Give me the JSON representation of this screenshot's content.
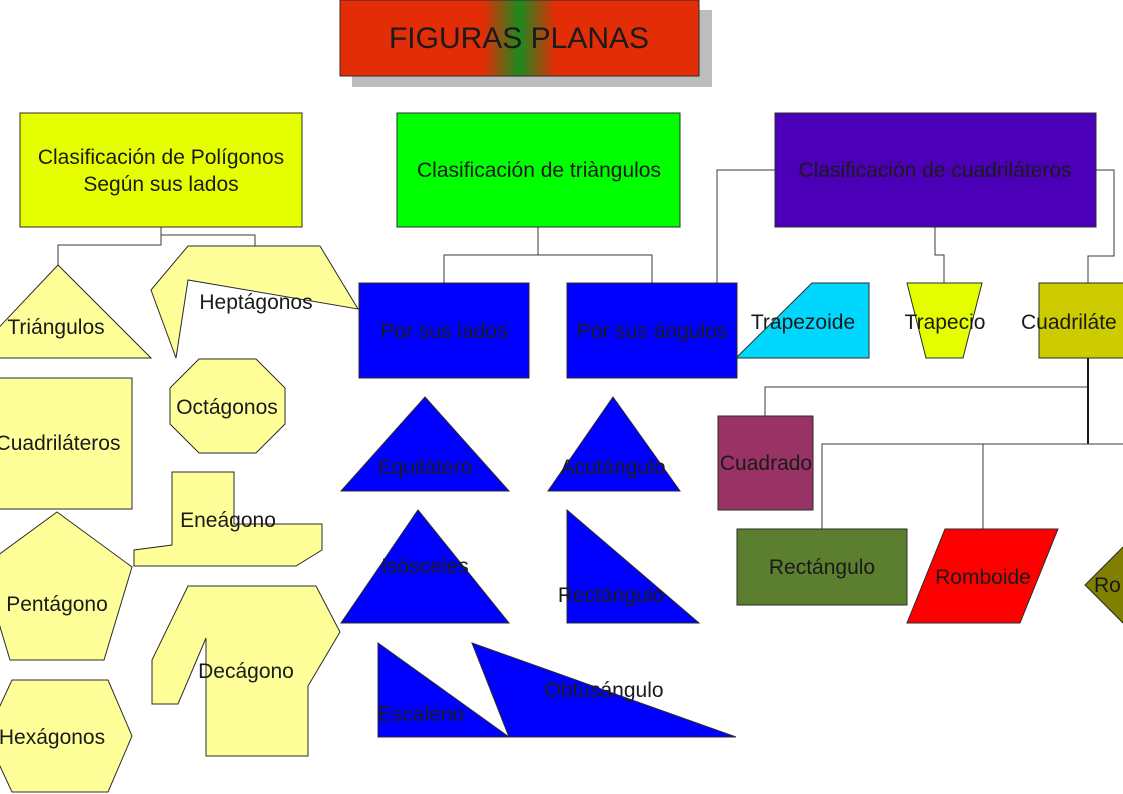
{
  "title": "FIGURAS PLANAS",
  "colors": {
    "title_left": "#e22d06",
    "title_mid": "#1d8a1f",
    "title_right": "#e22d06",
    "yellow_light": "#ffff99",
    "yellow_header": "#e6ff00",
    "green_header": "#00ff00",
    "purple_header": "#4b00b8",
    "blue": "#0000ff",
    "cyan": "#00d7ff",
    "yellow_trapecio": "#e6ff00",
    "olive": "#cccc00",
    "maroon": "#993366",
    "dark_green": "#5c7f2f",
    "red": "#ff0000",
    "olive_dark": "#808000"
  },
  "headers": {
    "poligonos_line1": "Clasificación de Polígonos",
    "poligonos_line2": "Según sus lados",
    "triangulos": "Clasificación de triàngulos",
    "cuadrilateros": "Clasificación de cuadriláteros"
  },
  "polygons": {
    "triangulos": "Triángulos",
    "heptagonos": "Heptágonos",
    "octagonos": "Octágonos",
    "cuadrilateros": "Cuadriláteros",
    "eneagono": "Eneágono",
    "pentagono": "Pentágono",
    "decagono": "Decágono",
    "hexagonos": "Hexágonos"
  },
  "triangle_types": {
    "por_lados": "Por sus lados",
    "por_angulos": "Por sus ángulos",
    "equilatero": "Equilátero",
    "acutangulo": "Acutángulo",
    "isosceles": "Isósceles",
    "rectangulo": "Rectángulo",
    "escaleno": "Escaleno",
    "obtusangulo": "Obtusángulo"
  },
  "quad_types": {
    "trapezoide": "Trapezoide",
    "trapecio": "Trapecio",
    "cuadrilatero_partial": "Cuadriláte",
    "cuadrado": "Cuadrado",
    "rectangulo": "Rectángulo",
    "romboide": "Romboide",
    "rombo_partial": "Ro"
  }
}
